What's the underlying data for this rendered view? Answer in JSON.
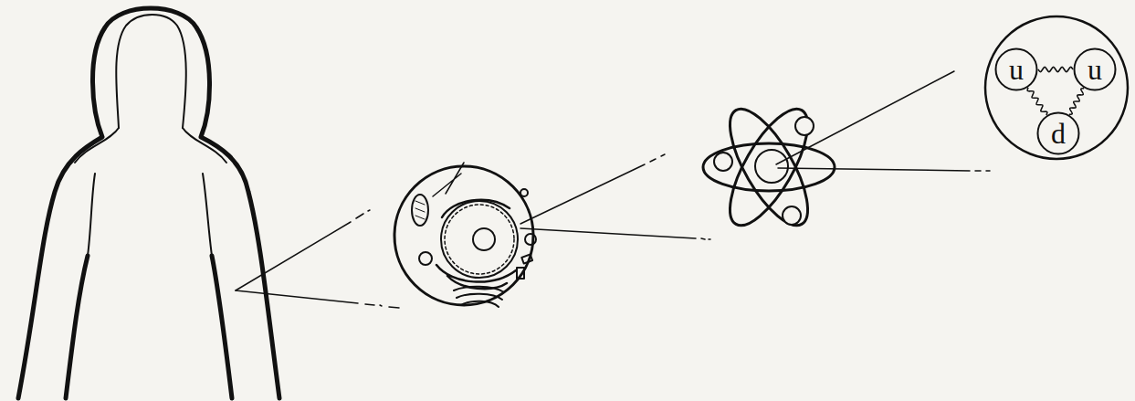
{
  "diagram": {
    "nodes": [
      {
        "text": [
          "u"
        ]
      },
      {
        "text": [
          "u"
        ]
      },
      {
        "text": [
          "d"
        ]
      }
    ],
    "edges": [
      {
        "from": 0,
        "to": 1,
        "arrow": "none"
      },
      {
        "from": 0,
        "to": 2,
        "arrow": "none"
      },
      {
        "from": 1,
        "to": 2,
        "arrow": "none"
      }
    ]
  }
}
